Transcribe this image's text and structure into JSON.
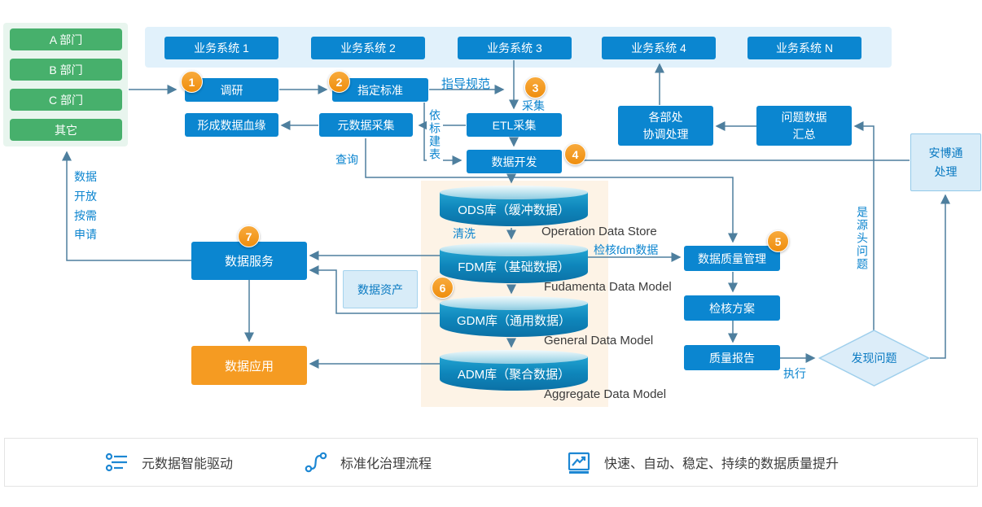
{
  "colors": {
    "primary_blue": "#0b86d0",
    "green": "#47b06c",
    "orange": "#f59b22",
    "light_blue_fill": "#d8ecf8",
    "banner_blue": "#e1f1fb",
    "panel_green": "#e8f5ee",
    "panel_cream": "#fdf3e6",
    "connector": "#4e7f9e",
    "badge_orange": "#f59b22"
  },
  "departments": [
    "A 部门",
    "B 部门",
    "C 部门",
    "其它"
  ],
  "systems": [
    "业务系统 1",
    "业务系统 2",
    "业务系统 3",
    "业务系统 4",
    "业务系统 N"
  ],
  "nodes": {
    "research": {
      "badge": "1",
      "label": "调研"
    },
    "standard": {
      "badge": "2",
      "label": "指定标准"
    },
    "lineage": {
      "label": "形成数据血缘"
    },
    "metadata": {
      "label": "元数据采集"
    },
    "etl": {
      "label": "ETL采集"
    },
    "develop": {
      "badge": "4",
      "label": "数据开发"
    },
    "coordinate": {
      "label": "各部处\n协调处理"
    },
    "issue_summary": {
      "label": "问题数据\n汇总"
    },
    "anbotong": {
      "label": "安博通\n处理"
    },
    "service": {
      "badge": "7",
      "label": "数据服务"
    },
    "asset": {
      "label": "数据资产"
    },
    "application": {
      "label": "数据应用"
    },
    "quality": {
      "badge": "5",
      "label": "数据质量管理"
    },
    "check_plan": {
      "label": "检核方案"
    },
    "report": {
      "label": "质量报告"
    },
    "found": {
      "label": "发现问题"
    }
  },
  "badges": {
    "collect": "3",
    "gdm": "6"
  },
  "edge_labels": {
    "guide": "指导规范",
    "collect": "采集",
    "by_standard": "依标建表",
    "query": "查询",
    "clean": "清洗",
    "check_fdm": "检核fdm数据",
    "execute": "执行",
    "is_source": "是源头问题",
    "open_apply": "数据\n开放\n按需\n申请"
  },
  "cylinders": [
    {
      "label": "ODS库（缓冲数据）",
      "en": "Operation Data Store"
    },
    {
      "label": "FDM库（基础数据）",
      "en": "Fudamenta Data Model"
    },
    {
      "label": "GDM库（通用数据）",
      "en": "General Data Model"
    },
    {
      "label": "ADM库（聚合数据）",
      "en": "Aggregate Data Model"
    }
  ],
  "legend": [
    {
      "label": "元数据智能驱动"
    },
    {
      "label": "标准化治理流程"
    },
    {
      "label": "快速、自动、稳定、持续的数据质量提升"
    }
  ]
}
